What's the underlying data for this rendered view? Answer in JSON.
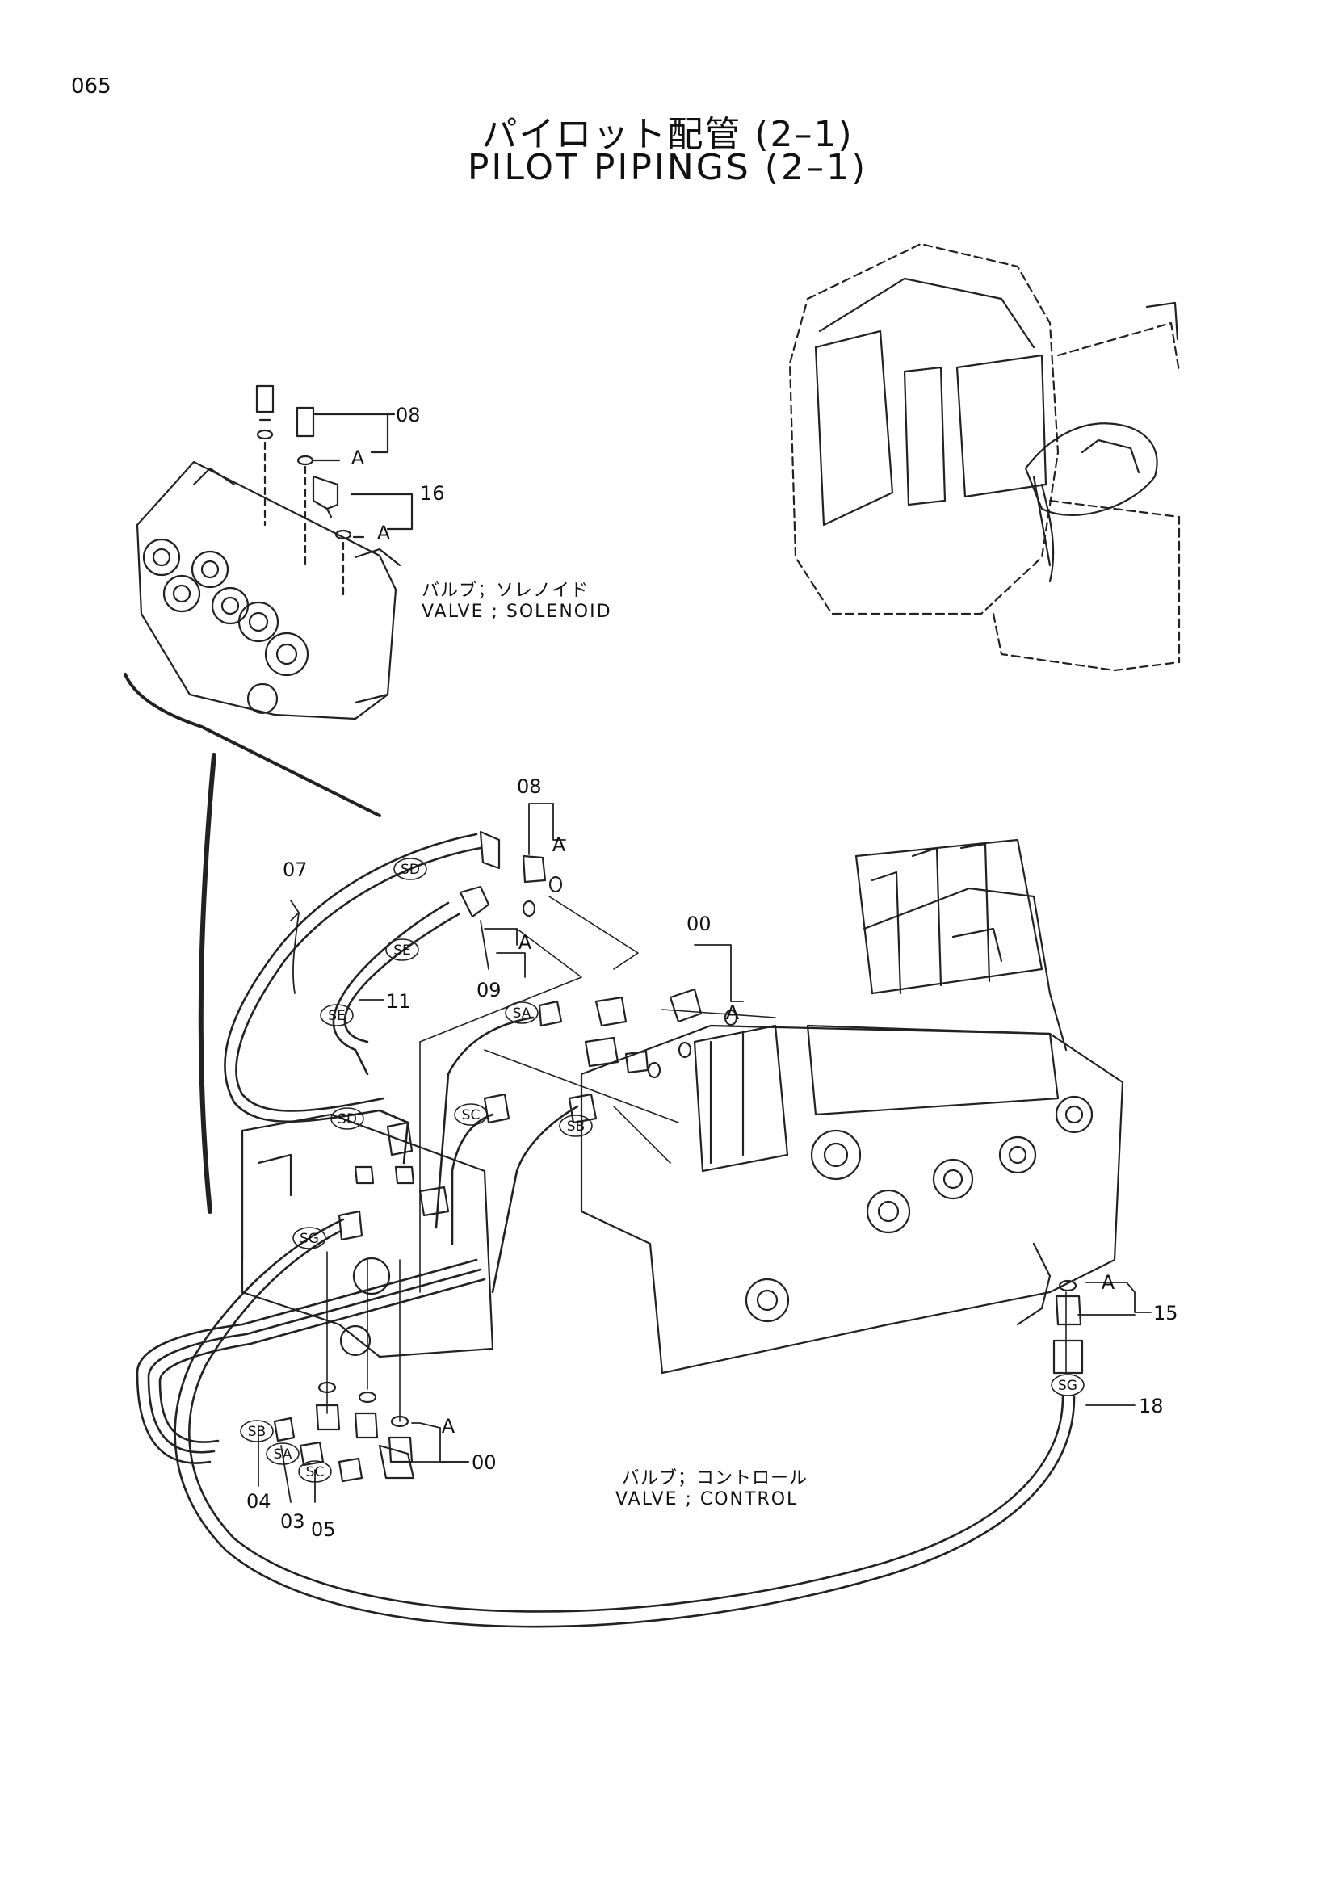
{
  "page_number": "065",
  "title_jp": "パイロット配管 (2–1)",
  "title_en": "PILOT PIPINGS (2–1)",
  "callouts": [
    {
      "id": "c08a",
      "text": "08"
    },
    {
      "id": "c16",
      "text": "16"
    },
    {
      "id": "c08b",
      "text": "08"
    },
    {
      "id": "c07",
      "text": "07"
    },
    {
      "id": "c09",
      "text": "09"
    },
    {
      "id": "c11",
      "text": "11"
    },
    {
      "id": "c00a",
      "text": "00"
    },
    {
      "id": "c15",
      "text": "15"
    },
    {
      "id": "c18",
      "text": "18"
    },
    {
      "id": "c00b",
      "text": "00"
    },
    {
      "id": "c04",
      "text": "04"
    },
    {
      "id": "c03",
      "text": "03"
    },
    {
      "id": "c05",
      "text": "05"
    }
  ],
  "a_tag": "A",
  "hose_tags": [
    "SD",
    "SE",
    "SE",
    "SA",
    "SC",
    "SB",
    "SD",
    "SG",
    "SG",
    "SB",
    "SA",
    "SC"
  ],
  "captions": {
    "solenoid_jp": "バルブ；ソレノイド",
    "solenoid_en": "VALVE ; SOLENOID",
    "control_jp": "バルブ；コントロール",
    "control_en": "VALVE ; CONTROL"
  }
}
